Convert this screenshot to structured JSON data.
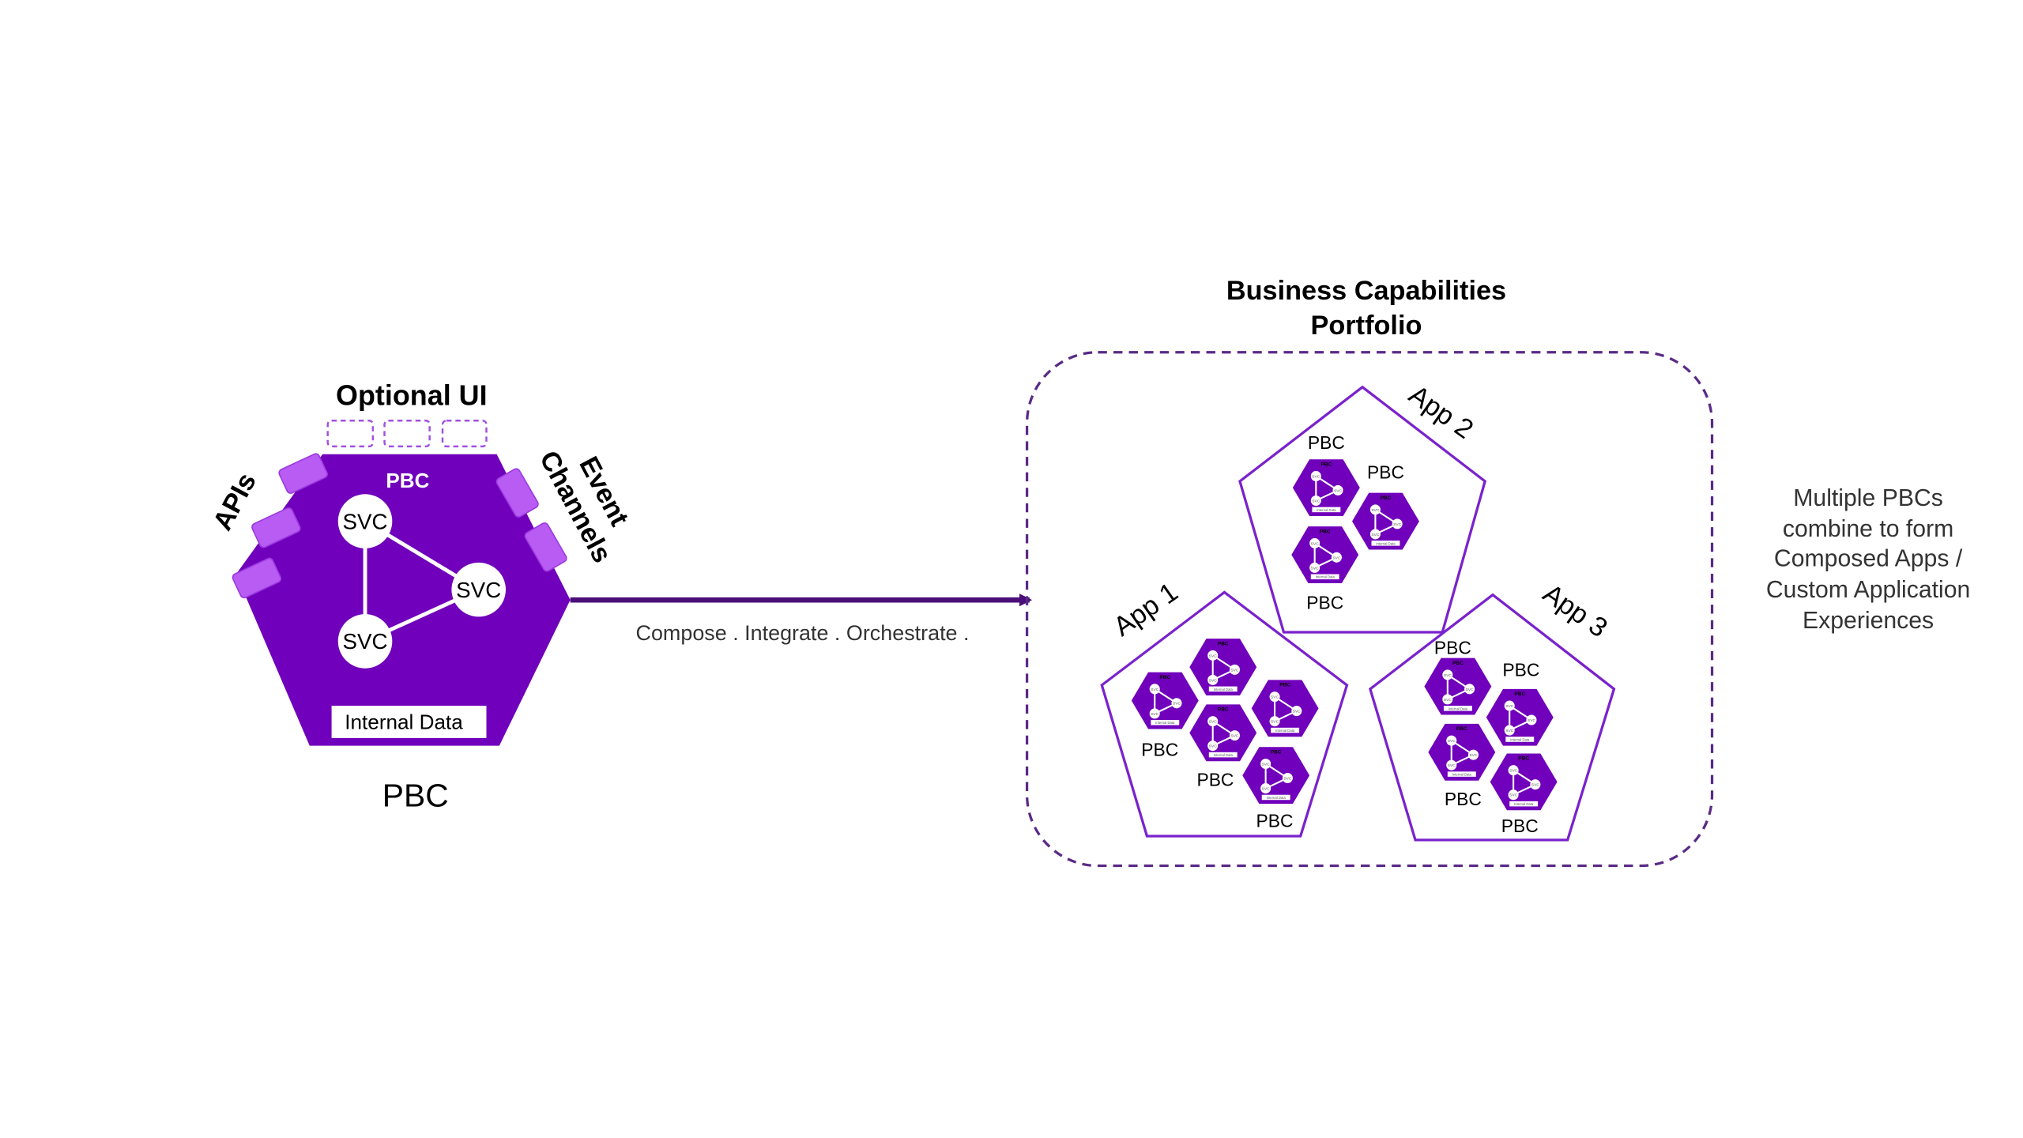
{
  "colors": {
    "primary": "#7000bb",
    "port": "#b95cf4",
    "dashed": "#5a2a86",
    "outline": "#7a22cc",
    "text": "#000000"
  },
  "pbc_detail": {
    "optional_ui_label": "Optional UI",
    "apis_label": "APIs",
    "event_label_line1": "Event",
    "event_label_line2": "Channels",
    "inner_title": "PBC",
    "services": [
      "SVC",
      "SVC",
      "SVC"
    ],
    "internal_data_label": "Internal Data",
    "caption": "PBC"
  },
  "arrow": {
    "label": "Compose . Integrate . Orchestrate ."
  },
  "portfolio": {
    "title_line1": "Business Capabilities",
    "title_line2": "Portfolio",
    "apps": [
      {
        "name": "App 1",
        "pbc_labels": [
          "PBC",
          "PBC",
          "PBC"
        ],
        "pbc_count": 5
      },
      {
        "name": "App 2",
        "pbc_labels": [
          "PBC",
          "PBC",
          "PBC"
        ],
        "pbc_count": 3
      },
      {
        "name": "App 3",
        "pbc_labels": [
          "PBC",
          "PBC",
          "PBC",
          "PBC"
        ],
        "pbc_count": 4
      }
    ],
    "mini_pbc": {
      "title": "PBC",
      "svc": "SVC",
      "data": "Internal Data"
    }
  },
  "side_note": {
    "lines": [
      "Multiple PBCs",
      "combine to form",
      "Composed Apps /",
      "Custom Application",
      "Experiences"
    ]
  }
}
